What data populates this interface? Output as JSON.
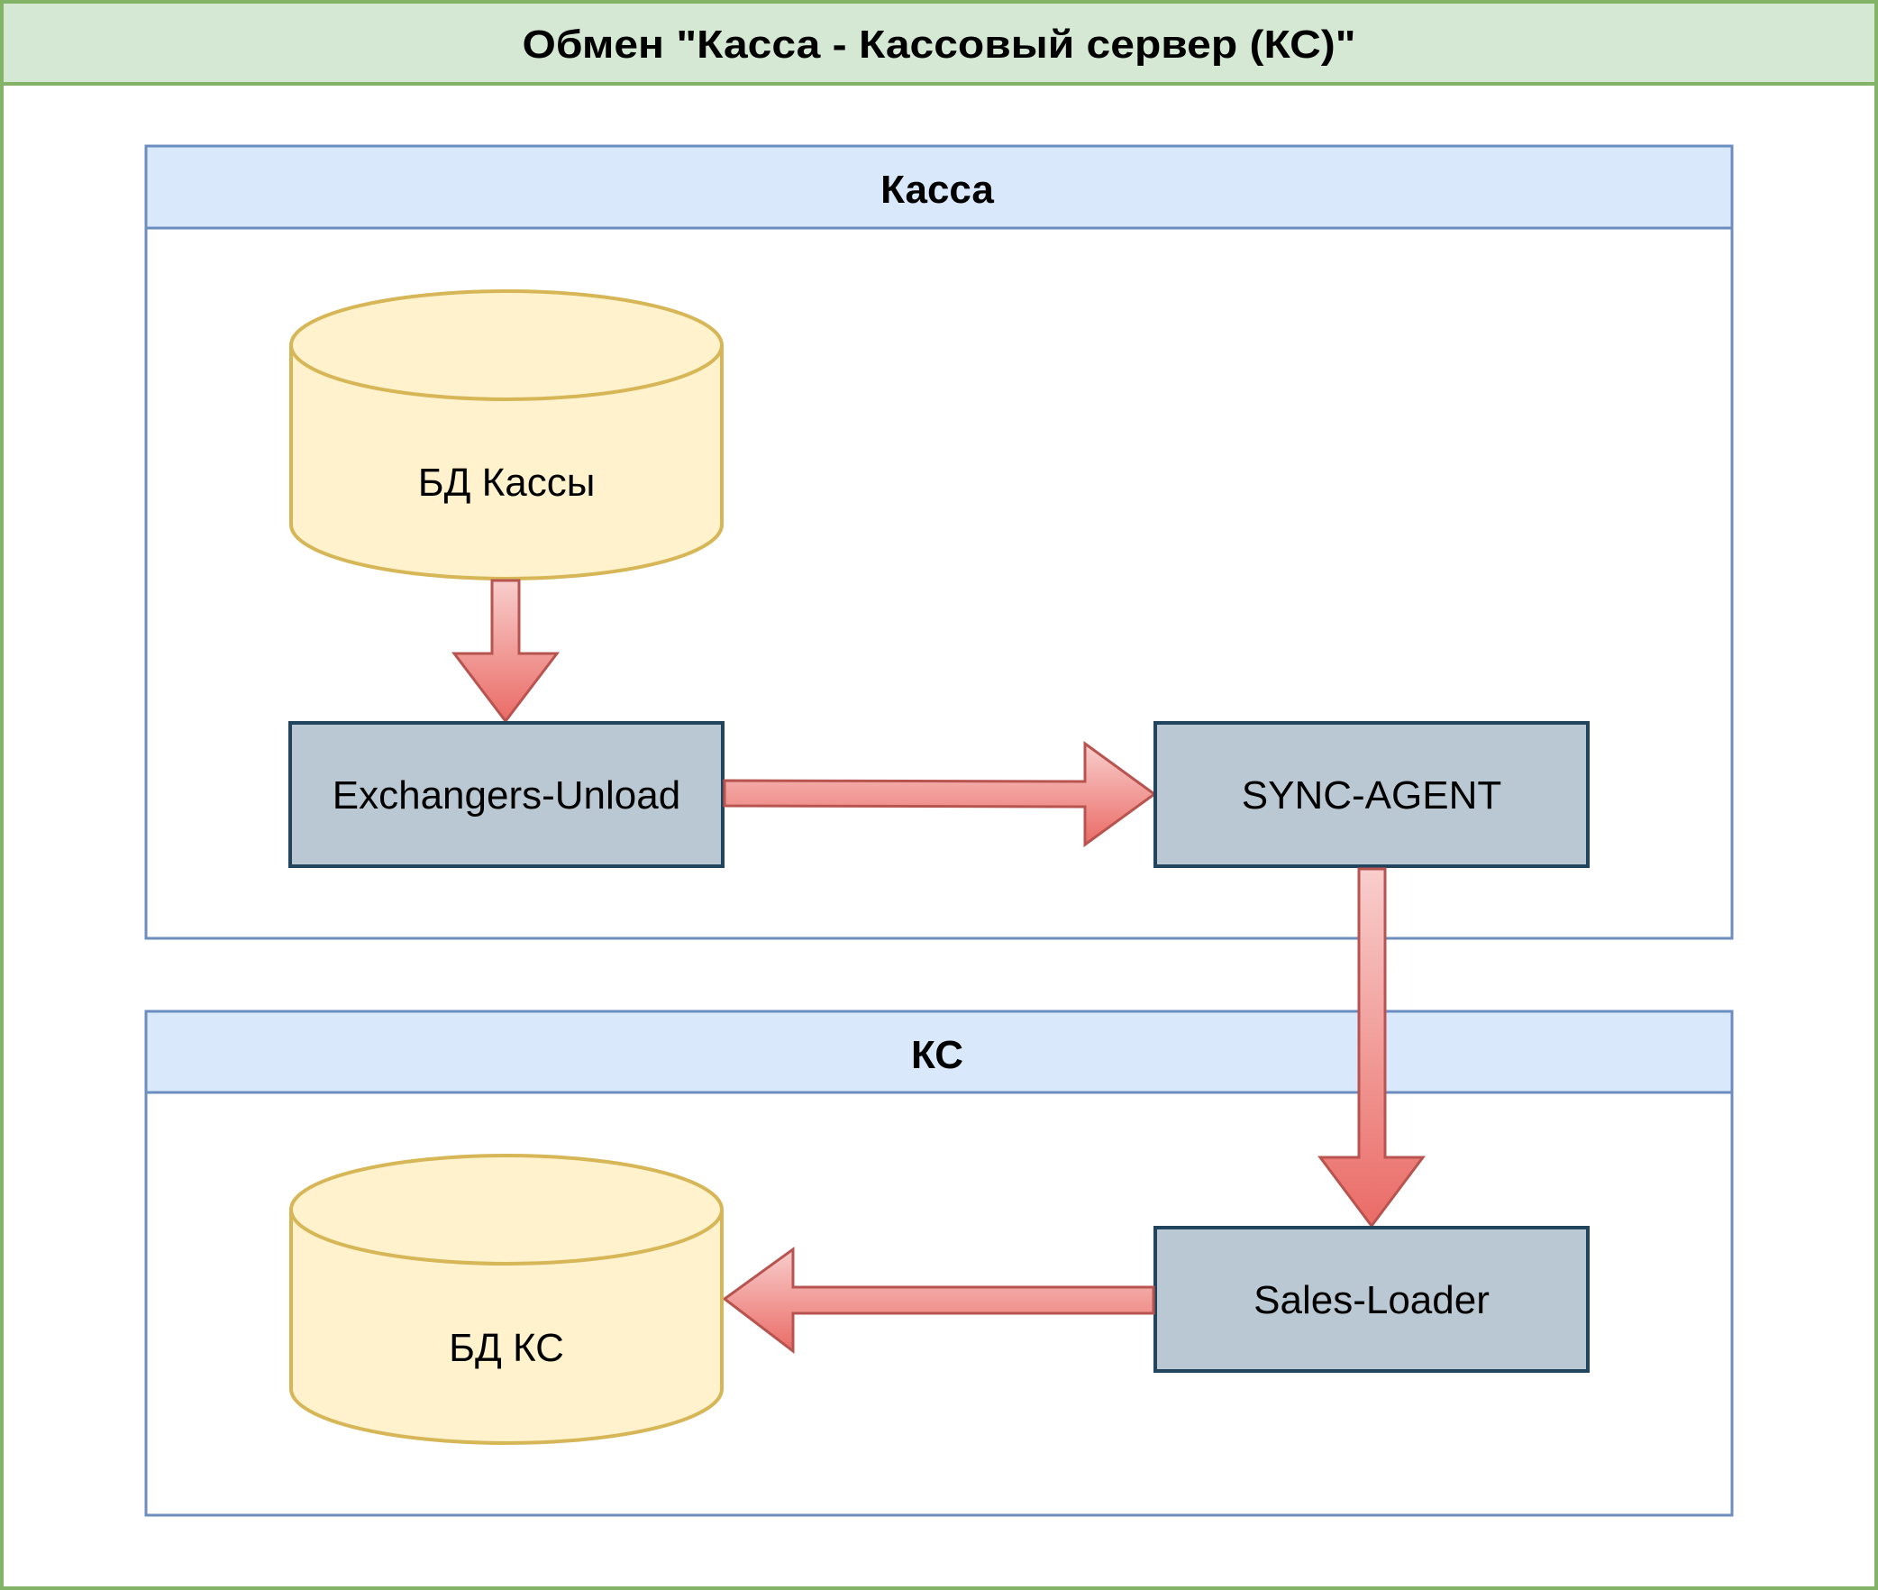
{
  "diagram": {
    "title": "Обмен \"Касса - Кассовый сервер (КС)\"",
    "containers": [
      {
        "id": "kassa",
        "label": "Касса"
      },
      {
        "id": "ks",
        "label": "КС"
      }
    ],
    "nodes": {
      "db_kassa": {
        "label": "БД Кассы",
        "shape": "cylinder"
      },
      "exchangers_unload": {
        "label": "Exchangers-Unload",
        "shape": "rectangle"
      },
      "sync_agent": {
        "label": "SYNC-AGENT",
        "shape": "rectangle"
      },
      "sales_loader": {
        "label": "Sales-Loader",
        "shape": "rectangle"
      },
      "db_ks": {
        "label": "БД КС",
        "shape": "cylinder"
      }
    },
    "edges": [
      {
        "from": "БД Кассы",
        "to": "Exchangers-Unload",
        "direction": "down"
      },
      {
        "from": "Exchangers-Unload",
        "to": "SYNC-AGENT",
        "direction": "right"
      },
      {
        "from": "SYNC-AGENT",
        "to": "Sales-Loader",
        "direction": "down"
      },
      {
        "from": "Sales-Loader",
        "to": "БД КС",
        "direction": "left"
      }
    ],
    "colors": {
      "outer_border": "#82b366",
      "outer_header_fill": "#d5e8d4",
      "container_border": "#6c8ebf",
      "container_header_fill": "#dae8fc",
      "cylinder_fill": "#fff2cc",
      "cylinder_border": "#d6b656",
      "box_fill": "#bac8d3",
      "box_border": "#23445d",
      "arrow_border": "#b85450",
      "arrow_fill_top": "#f8cecc",
      "arrow_fill_bottom": "#ea6b66"
    }
  }
}
